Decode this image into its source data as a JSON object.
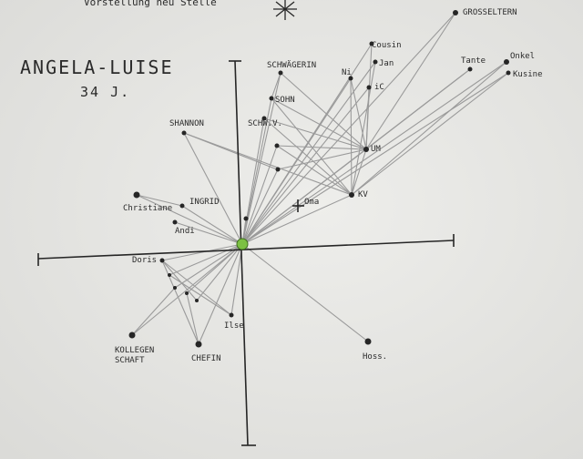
{
  "header": {
    "partial_text": "Vorstellung neu Stelle",
    "name": "ANGELA-LUISE",
    "age": "34 J."
  },
  "colors": {
    "paper": "#e9e9e6",
    "ink": "#262626",
    "pencil": "#9a9a9a",
    "center": "#7cc043"
  },
  "labels": [
    {
      "id": "grosseltern",
      "text": "GROSSELTERN"
    },
    {
      "id": "cousin",
      "text": "Cousin"
    },
    {
      "id": "jan",
      "text": "Jan"
    },
    {
      "id": "ni",
      "text": "Ni"
    },
    {
      "id": "ic",
      "text": "iC"
    },
    {
      "id": "tante",
      "text": "Tante"
    },
    {
      "id": "onkel",
      "text": "Onkel"
    },
    {
      "id": "kusine",
      "text": "Kusine"
    },
    {
      "id": "schwaegerin",
      "text": "SCHWÄGERIN"
    },
    {
      "id": "schwager",
      "text": "SCHW.V."
    },
    {
      "id": "sohn",
      "text": "SOHN"
    },
    {
      "id": "shannon",
      "text": "SHANNON"
    },
    {
      "id": "um",
      "text": "UM"
    },
    {
      "id": "kv",
      "text": "KV"
    },
    {
      "id": "ma",
      "text": "Oma"
    },
    {
      "id": "christiane",
      "text": "Christiane"
    },
    {
      "id": "ingrid",
      "text": "INGRID"
    },
    {
      "id": "andi",
      "text": "Andi"
    },
    {
      "id": "doris",
      "text": "Doris"
    },
    {
      "id": "kollegen",
      "text": "KOLLEGEN"
    },
    {
      "id": "schaft",
      "text": "SCHAFT"
    },
    {
      "id": "chefin",
      "text": "CHEFIN"
    },
    {
      "id": "ilse",
      "text": "Ilse"
    },
    {
      "id": "hoss",
      "text": "Hoss."
    }
  ]
}
